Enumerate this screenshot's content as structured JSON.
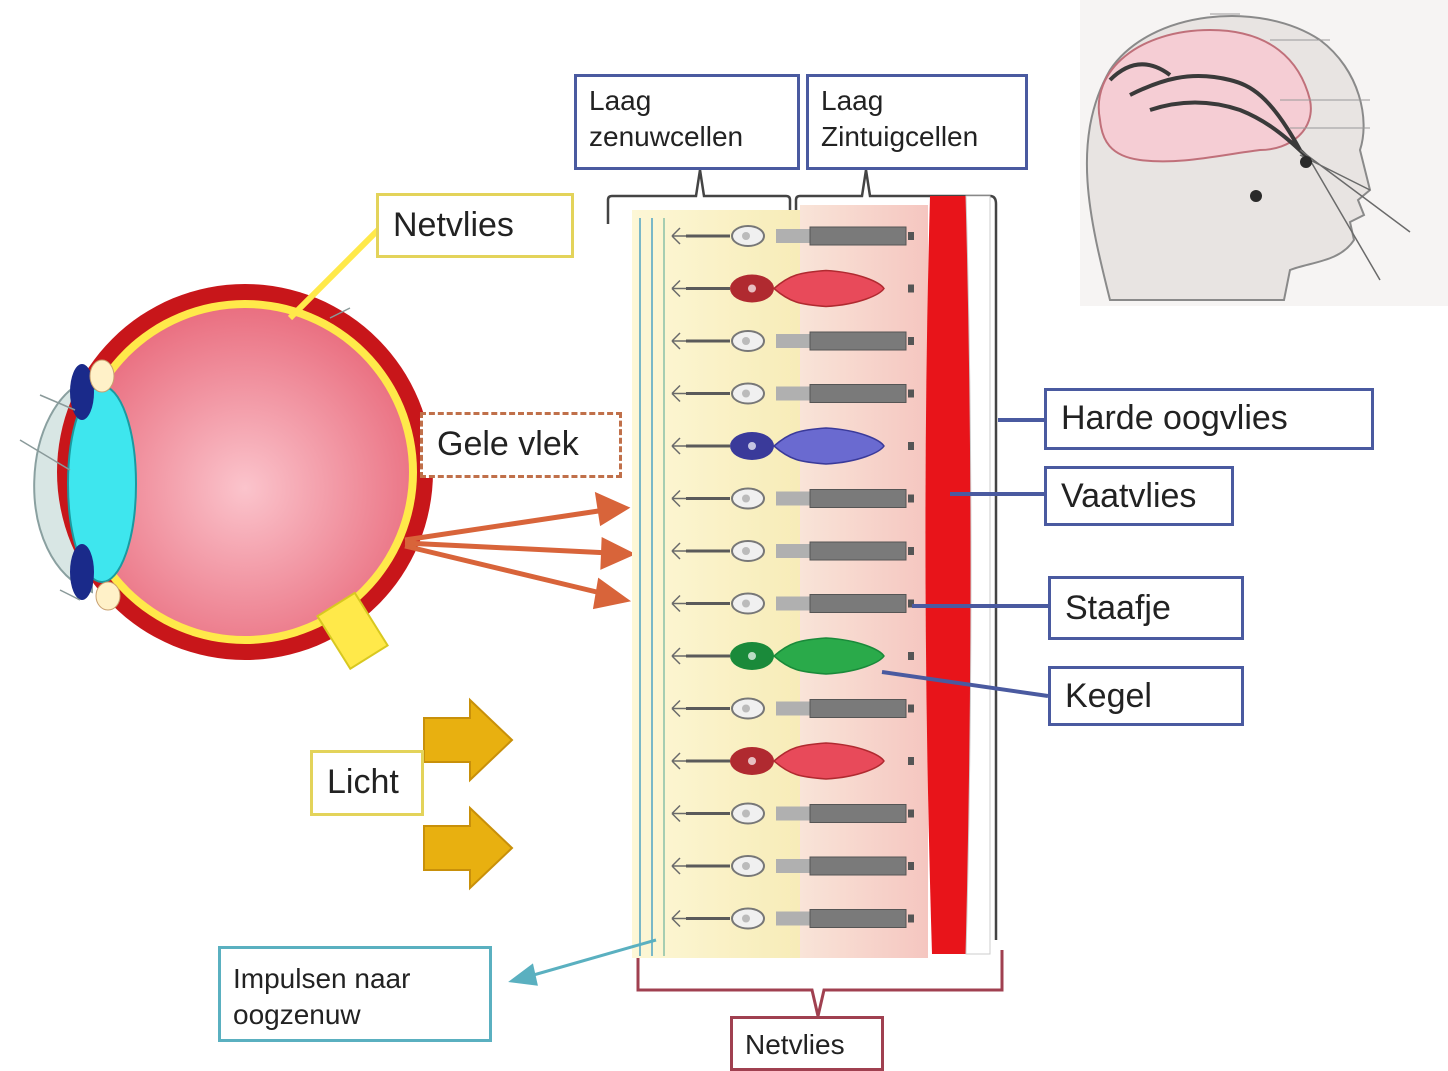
{
  "labels": {
    "netvlies_eye": "Netvlies",
    "gele_vlek": "Gele vlek",
    "laag_zenuwcellen": "Laag\nzenuwcellen",
    "laag_zintuigcellen": "Laag\nZintuigcellen",
    "harde_oogvlies": "Harde oogvlies",
    "vaatvlies": "Vaatvlies",
    "staafje": "Staafje",
    "kegel": "Kegel",
    "licht": "Licht",
    "impulsen": "Impulsen naar\noogzenuw",
    "netvlies_bottom": "Netvlies"
  },
  "cells": [
    "rod",
    "red-cone",
    "rod",
    "rod",
    "blue-cone",
    "rod",
    "rod",
    "rod",
    "green-cone",
    "rod",
    "red-cone",
    "rod",
    "rod",
    "rod"
  ],
  "colors": {
    "sclera_ring": "#c8161a",
    "retina_yellow": "#ffe94a",
    "vitreous_pink": "#ee7a8a",
    "lens_cyan": "#3ee6ee",
    "cornea_grey": "#d8e6e4",
    "iris_blue": "#1a2a8a",
    "arrow_orange": "#d8643a",
    "light_arrow": "#e8b010",
    "vaatvlies_red": "#e8141a",
    "nerve_layer": "#fbf3c6",
    "receptor_layer": "#f8d8d2",
    "callout_blue": "#4a5aa0"
  }
}
